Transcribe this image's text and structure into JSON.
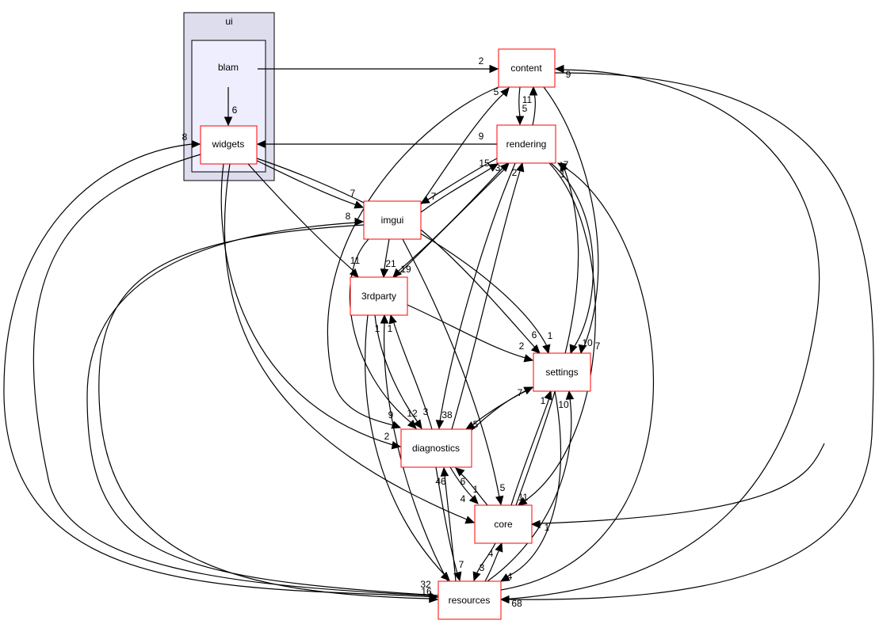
{
  "diagram": {
    "type": "directory-dependency-graph",
    "clusters": [
      {
        "id": "ui",
        "label": "ui"
      },
      {
        "id": "blam",
        "label": "blam"
      }
    ],
    "nodes": [
      {
        "id": "widgets",
        "label": "widgets"
      },
      {
        "id": "content",
        "label": "content"
      },
      {
        "id": "rendering",
        "label": "rendering"
      },
      {
        "id": "imgui",
        "label": "imgui"
      },
      {
        "id": "3rdparty",
        "label": "3rdparty"
      },
      {
        "id": "settings",
        "label": "settings"
      },
      {
        "id": "diagnostics",
        "label": "diagnostics"
      },
      {
        "id": "core",
        "label": "core"
      },
      {
        "id": "resources",
        "label": "resources"
      }
    ],
    "edges": [
      {
        "from": "blam",
        "to": "content",
        "label": "2"
      },
      {
        "from": "blam",
        "to": "widgets",
        "label": "6"
      },
      {
        "from": "resources",
        "to": "widgets",
        "label": "8"
      },
      {
        "from": "rendering",
        "to": "widgets",
        "label": "9"
      },
      {
        "from": "imgui",
        "to": "content",
        "label": "5"
      },
      {
        "from": "content",
        "to": "rendering",
        "label": "5"
      },
      {
        "from": "rendering",
        "to": "content",
        "label": "11"
      },
      {
        "from": "resources",
        "to": "content",
        "label": "9"
      },
      {
        "from": "widgets",
        "to": "imgui",
        "label": "7"
      },
      {
        "from": "resources",
        "to": "imgui",
        "label": "8"
      },
      {
        "from": "rendering",
        "to": "imgui",
        "label": "7"
      },
      {
        "from": "imgui",
        "to": "rendering",
        "label": "15"
      },
      {
        "from": "3rdparty",
        "to": "rendering",
        "label": "3"
      },
      {
        "from": "diagnostics",
        "to": "rendering",
        "label": "2"
      },
      {
        "from": "core",
        "to": "rendering",
        "label": "1"
      },
      {
        "from": "resources",
        "to": "rendering",
        "label": "7"
      },
      {
        "from": "widgets",
        "to": "3rdparty",
        "label": "11"
      },
      {
        "from": "imgui",
        "to": "3rdparty",
        "label": "21"
      },
      {
        "from": "rendering",
        "to": "3rdparty",
        "label": "19"
      },
      {
        "from": "resources",
        "to": "3rdparty",
        "label": "1"
      },
      {
        "from": "diagnostics",
        "to": "3rdparty",
        "label": "1"
      },
      {
        "from": "3rdparty",
        "to": "settings",
        "label": "2"
      },
      {
        "from": "imgui",
        "to": "settings",
        "label": "6"
      },
      {
        "from": "widgets",
        "to": "settings",
        "label": "1"
      },
      {
        "from": "rendering",
        "to": "settings",
        "label": "10"
      },
      {
        "from": "content",
        "to": "settings",
        "label": "7"
      },
      {
        "from": "diagnostics",
        "to": "settings",
        "label": "7"
      },
      {
        "from": "core",
        "to": "settings",
        "label": "1"
      },
      {
        "from": "resources",
        "to": "settings",
        "label": "10"
      },
      {
        "from": "content",
        "to": "diagnostics",
        "label": "9"
      },
      {
        "from": "widgets",
        "to": "diagnostics",
        "label": "2"
      },
      {
        "from": "imgui",
        "to": "diagnostics",
        "label": "12"
      },
      {
        "from": "3rdparty",
        "to": "diagnostics",
        "label": "3"
      },
      {
        "from": "rendering",
        "to": "diagnostics",
        "label": "38"
      },
      {
        "from": "settings",
        "to": "diagnostics",
        "label": "5"
      },
      {
        "from": "core",
        "to": "diagnostics",
        "label": "6"
      },
      {
        "from": "resources",
        "to": "diagnostics",
        "label": "46"
      },
      {
        "from": "widgets",
        "to": "core",
        "label": "4"
      },
      {
        "from": "diagnostics",
        "to": "core",
        "label": "1"
      },
      {
        "from": "imgui",
        "to": "core",
        "label": "5"
      },
      {
        "from": "rendering",
        "to": "core",
        "label": "11"
      },
      {
        "from": "resources",
        "to": "core",
        "label": "4"
      },
      {
        "from": "content",
        "to": "core",
        "label": "1"
      },
      {
        "from": "widgets",
        "to": "resources",
        "label": "32"
      },
      {
        "from": "imgui",
        "to": "resources",
        "label": "16"
      },
      {
        "from": "3rdparty",
        "to": "resources",
        "label": "1"
      },
      {
        "from": "diagnostics",
        "to": "resources",
        "label": "7"
      },
      {
        "from": "core",
        "to": "resources",
        "label": "3"
      },
      {
        "from": "settings",
        "to": "resources",
        "label": "4"
      },
      {
        "from": "content",
        "to": "resources",
        "label": "68"
      }
    ]
  }
}
